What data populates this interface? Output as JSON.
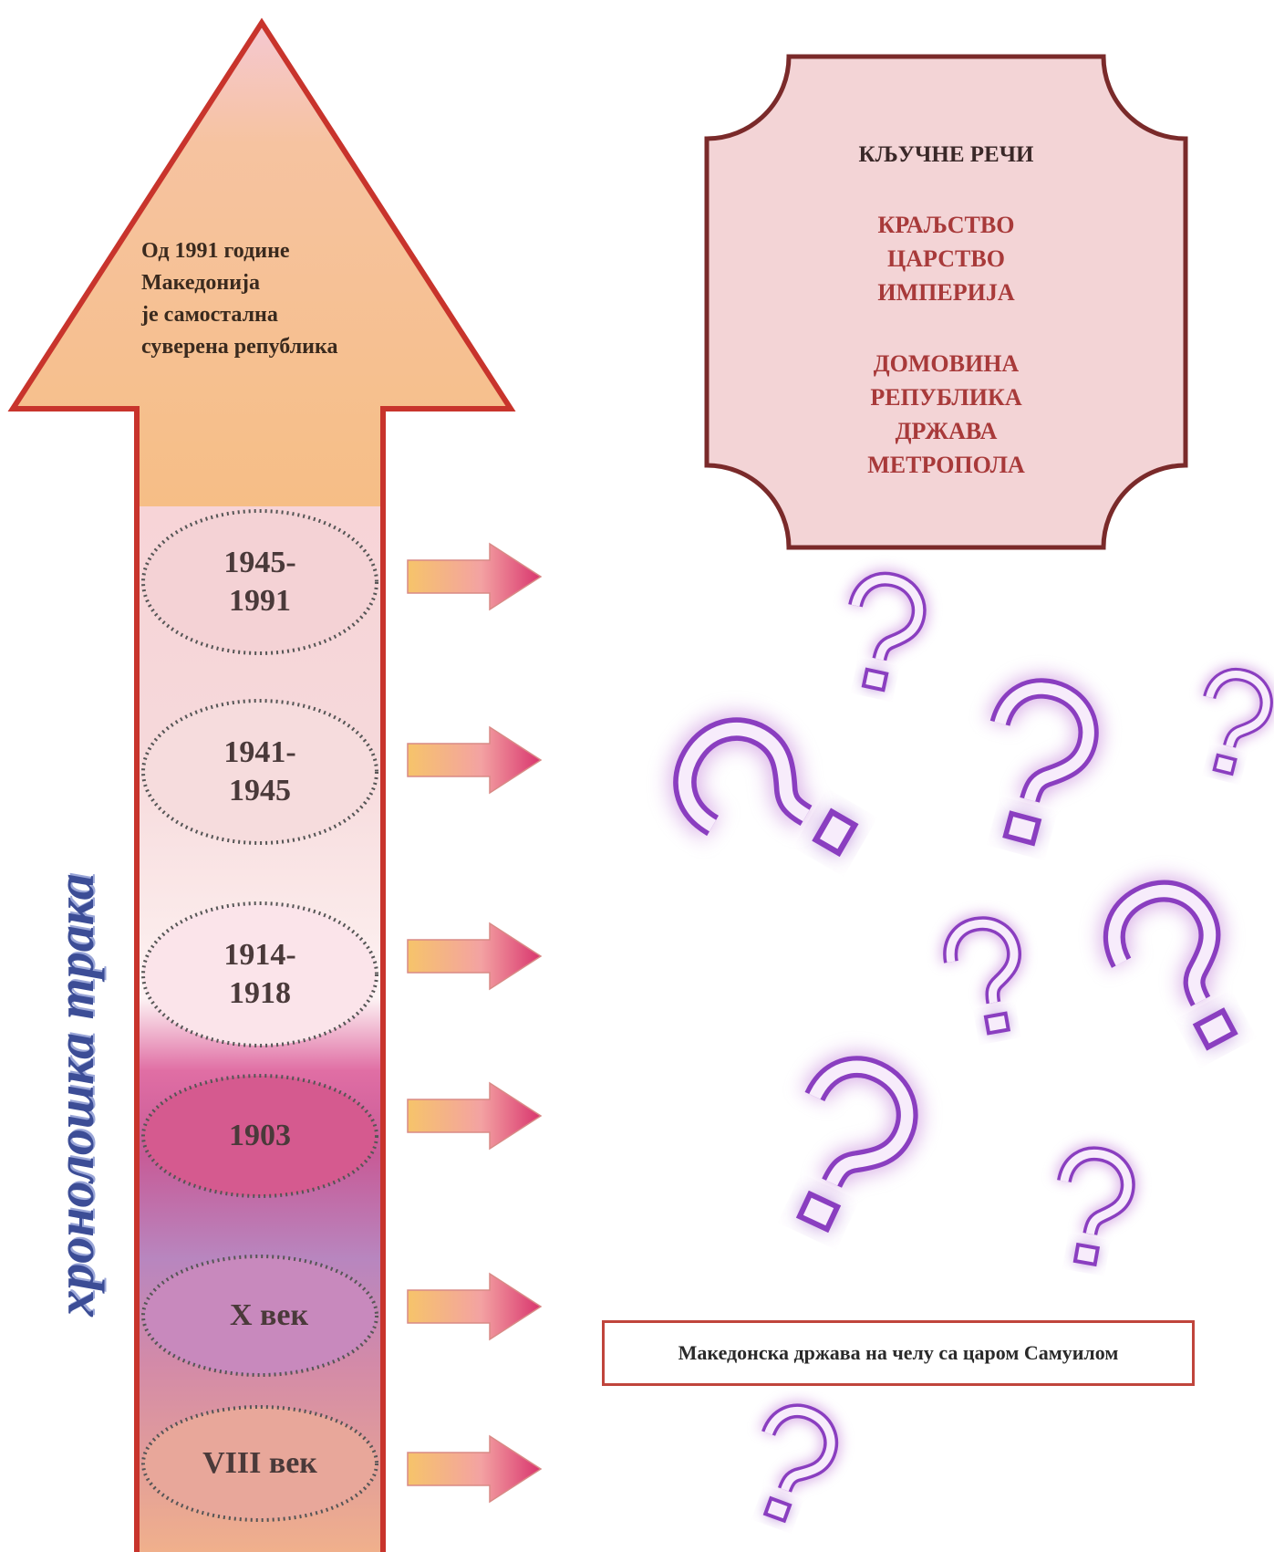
{
  "timeline": {
    "vertical_title": "хронолошка трака",
    "top_text": [
      "Од 1991 године",
      "Македонија",
      "је самостална",
      "суверена република"
    ],
    "periods": [
      {
        "label": "1945-\n1991"
      },
      {
        "label": "1941-\n1945"
      },
      {
        "label": "1914-\n1918"
      },
      {
        "label": "1903"
      },
      {
        "label": "X век"
      },
      {
        "label": "VIII век"
      }
    ]
  },
  "keywords": {
    "title": "КЉУЧНЕ РЕЧИ",
    "group1": [
      "КРАЉСТВО",
      "ЦАРСТВО",
      "ИМПЕРИЈА"
    ],
    "group2": [
      "ДОМОВИНА",
      "РЕПУБЛИКА",
      "ДРЖАВА",
      "МЕТРОПОЛА"
    ]
  },
  "caption": "Македонска држава на челу са царом Самуилом",
  "colors": {
    "arrow_border": "#c8342c",
    "arrow_head_fill": "#f6c089",
    "keyword_box_fill": "#f3d4d6",
    "keyword_box_border": "#7a2a2a",
    "keyword_text": "#a83a3a",
    "question_mark": "#9a4bc7",
    "title_blue": "#3c4d96"
  },
  "icons": [
    "question-mark-icon",
    "right-arrow-icon"
  ]
}
